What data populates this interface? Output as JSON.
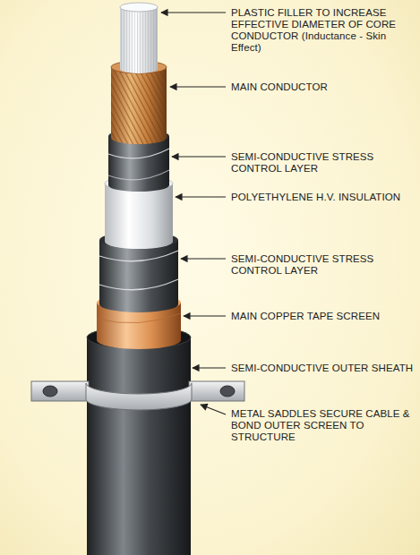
{
  "diagram": {
    "labels": [
      "PLASTIC FILLER TO INCREASE EFFECTIVE DIAMETER OF CORE CONDUCTOR (Inductance - Skin Effect)",
      "MAIN CONDUCTOR",
      "SEMI-CONDUCTIVE STRESS CONTROL LAYER",
      "POLYETHYLENE H.V. INSULATION",
      "SEMI-CONDUCTIVE STRESS CONTROL LAYER",
      "MAIN COPPER TAPE SCREEN",
      "SEMI-CONDUCTIVE OUTER SHEATH",
      "METAL SADDLES SECURE CABLE & BOND OUTER SCREEN TO STRUCTURE"
    ]
  }
}
